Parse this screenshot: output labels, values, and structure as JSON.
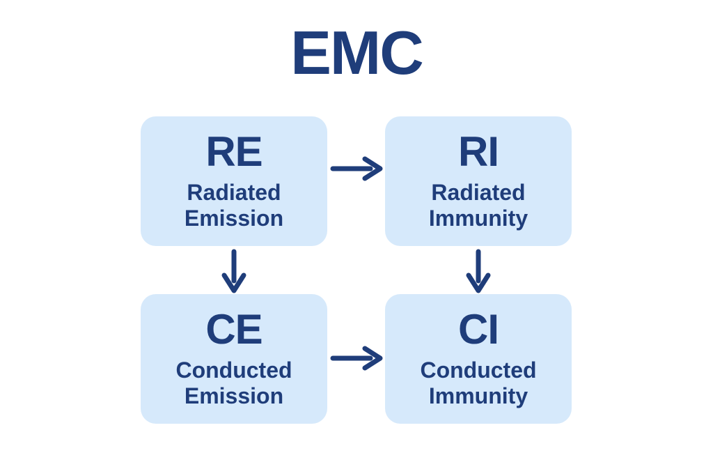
{
  "title": "EMC",
  "colors": {
    "ink": "#1f3d7a",
    "box_fill": "#d6e9fb",
    "background": "#ffffff"
  },
  "boxes": [
    {
      "id": "re",
      "acronym": "RE",
      "label_line1": "Radiated",
      "label_line2": "Emission"
    },
    {
      "id": "ri",
      "acronym": "RI",
      "label_line1": "Radiated",
      "label_line2": "Immunity"
    },
    {
      "id": "ce",
      "acronym": "CE",
      "label_line1": "Conducted",
      "label_line2": "Emission"
    },
    {
      "id": "ci",
      "acronym": "CI",
      "label_line1": "Conducted",
      "label_line2": "Immunity"
    }
  ],
  "connections": [
    {
      "from": "RE",
      "to": "RI",
      "direction": "right"
    },
    {
      "from": "RE",
      "to": "CE",
      "direction": "down"
    },
    {
      "from": "RI",
      "to": "CI",
      "direction": "down"
    },
    {
      "from": "CE",
      "to": "CI",
      "direction": "right"
    }
  ]
}
